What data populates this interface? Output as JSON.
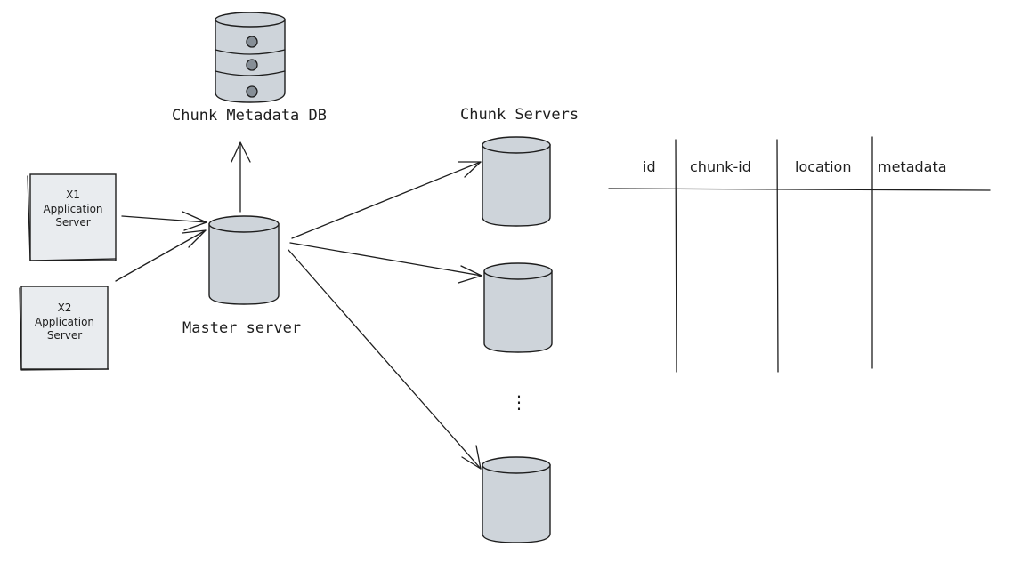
{
  "db_label": "Chunk Metadata DB",
  "chunk_servers_label": "Chunk Servers",
  "master_label": "Master server",
  "app_servers": [
    {
      "id": "X1",
      "line1": "Application",
      "line2": "Server"
    },
    {
      "id": "X2",
      "line1": "Application",
      "line2": "Server"
    }
  ],
  "table": {
    "columns": [
      "id",
      "chunk-id",
      "location",
      "metadata"
    ]
  },
  "ellipsis": "⋮",
  "colors": {
    "stroke": "#1e1e1e",
    "cylinder_fill": "#ced4da",
    "box_fill": "#e9ecef"
  }
}
